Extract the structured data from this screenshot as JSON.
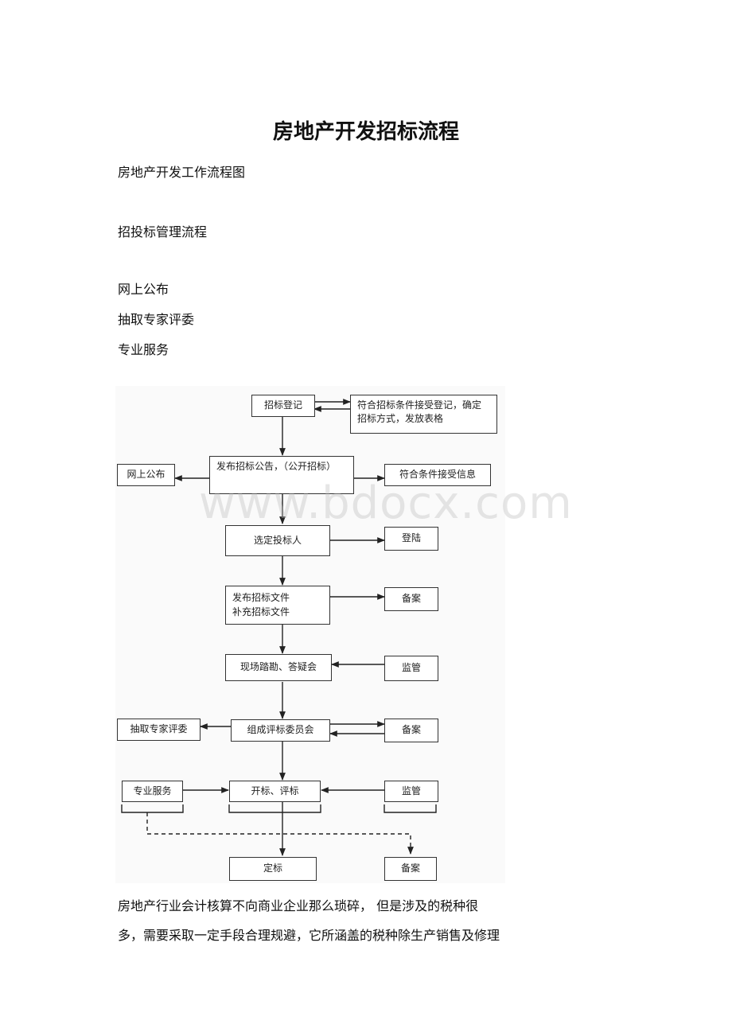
{
  "title": "房地产开发招标流程",
  "paragraphs": {
    "p1": "房地产开发工作流程图",
    "p2": "招投标管理流程",
    "p3": "网上公布",
    "p4": "抽取专家评委",
    "p5": "专业服务",
    "p6": "房地产行业会计核算不向商业企业那么琐碎， 但是涉及的税种很",
    "p7": "多，需要采取一定手段合理规避，它所涵盖的税种除生产销售及修理"
  },
  "flowchart": {
    "register": "招标登记",
    "register_condition": "符合招标条件接受登记，确定招标方式，发放表格",
    "publish_notice": "发布招标公告，（公开招标）",
    "online_publish": "网上公布",
    "accept_info": "符合条件接受信息",
    "select_bidder": "选定投标人",
    "login": "登陆",
    "publish_docs": "发布招标文件\n补充招标文件",
    "record_1": "备案",
    "site_visit": "现场踏勘、答疑会",
    "supervise_1": "监管",
    "expert_draw": "抽取专家评委",
    "committee": "组成评标委员会",
    "record_2": "备案",
    "pro_service": "专业服务",
    "open_eval": "开标、评标",
    "supervise_2": "监管",
    "award": "定标",
    "record_3": "备案"
  },
  "watermark": "www.bdocx.com"
}
